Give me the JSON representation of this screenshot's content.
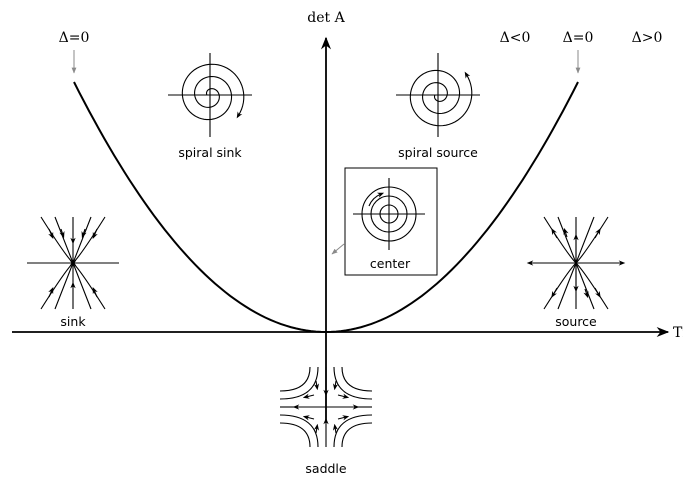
{
  "axes": {
    "x_label": "Tr A",
    "y_label": "det A"
  },
  "delta_labels": {
    "left_zero": "Δ=0",
    "neg": "Δ<0",
    "right_zero": "Δ=0",
    "pos": "Δ>0"
  },
  "regions": {
    "spiral_sink": "spiral sink",
    "spiral_source": "spiral source",
    "center": "center",
    "sink": "sink",
    "source": "source",
    "saddle": "saddle"
  }
}
